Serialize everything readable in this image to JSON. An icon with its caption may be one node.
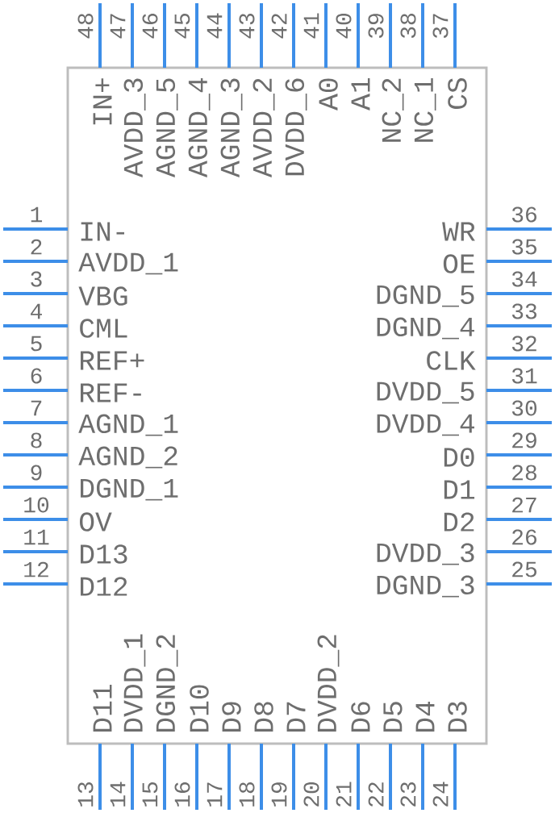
{
  "diagram": {
    "nodes": [
      {
        "text": [],
        "shape": "box"
      }
    ],
    "labels": [
      "1",
      "IN-",
      "2",
      "AVDD_1",
      "3",
      "VBG",
      "4",
      "CML",
      "5",
      "REF+",
      "6",
      "REF-",
      "7",
      "AGND_1",
      "8",
      "AGND_2",
      "9",
      "DGND_1",
      "10",
      "OV",
      "11",
      "D13",
      "12",
      "D12",
      "13",
      "D11",
      "14",
      "DVDD_1",
      "15",
      "DGND_2",
      "16",
      "D10",
      "17",
      "D9",
      "18",
      "D8",
      "19",
      "D7",
      "20",
      "DVDD_2",
      "21",
      "D6",
      "22",
      "D5",
      "23",
      "D4",
      "24",
      "D3",
      "25",
      "DGND_3",
      "26",
      "DVDD_3",
      "27",
      "D2",
      "28",
      "D1",
      "29",
      "D0",
      "30",
      "DVDD_4",
      "31",
      "DVDD_5",
      "32",
      "CLK",
      "33",
      "DGND_4",
      "34",
      "DGND_5",
      "35",
      "OE",
      "36",
      "WR",
      "37",
      "CS",
      "38",
      "NC_1",
      "39",
      "NC_2",
      "40",
      "A1",
      "41",
      "A0",
      "42",
      "DVDD_6",
      "43",
      "AVDD_2",
      "44",
      "AGND_3",
      "45",
      "AGND_4",
      "46",
      "AGND_5",
      "47",
      "AVDD_3",
      "48",
      "IN+"
    ]
  }
}
